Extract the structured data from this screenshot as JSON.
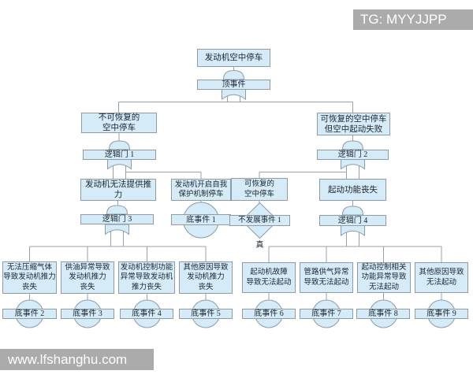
{
  "colors": {
    "box_fill": "#d5ebf7",
    "box_border": "#8e9ca7",
    "line": "#95a1ab",
    "text": "#1b2530",
    "watermark_bg": "#ababab",
    "watermark_text": "#ffffff"
  },
  "watermarks": {
    "top_right": "TG: MYYJJPP",
    "bottom_left": "www.lfshanghu.com"
  },
  "tree": {
    "root": {
      "label": "发动机空中停车",
      "gate": "顶事件"
    },
    "branches": [
      {
        "label": "不可恢复的\n空中停车",
        "gate": "逻辑门 1"
      },
      {
        "label": "可恢复的空中停车\n但空中起动失败",
        "gate": "逻辑门 2"
      }
    ],
    "mid": [
      {
        "label": "发动机无法提供推力",
        "gate": "逻辑门 3"
      },
      {
        "label": "发动机开启自我\n保护机制停车",
        "event": "底事件 1"
      },
      {
        "label": "可恢复的\n空中停车",
        "event": "不发展事件 1",
        "note": "真"
      },
      {
        "label": "起动功能丧失",
        "gate": "逻辑门 4"
      }
    ],
    "leaves": [
      {
        "label": "无法压缩气体\n导致发动机推力\n丧失",
        "event": "底事件 2"
      },
      {
        "label": "供油异常导致\n发动机推力\n丧失",
        "event": "底事件 3"
      },
      {
        "label": "发动机控制功能\n异常导致发动机\n推力丧失",
        "event": "底事件 4"
      },
      {
        "label": "其他原因导致\n发动机推力\n丧失",
        "event": "底事件 5"
      },
      {
        "label": "起动机故障\n导致无法起动",
        "event": "底事件 6"
      },
      {
        "label": "管路供气异常\n导致无法起动",
        "event": "底事件 7"
      },
      {
        "label": "起动控制相关\n功能异常导致\n无法起动",
        "event": "底事件 8"
      },
      {
        "label": "其他原因导致\n无法起动",
        "event": "底事件 9"
      }
    ]
  }
}
